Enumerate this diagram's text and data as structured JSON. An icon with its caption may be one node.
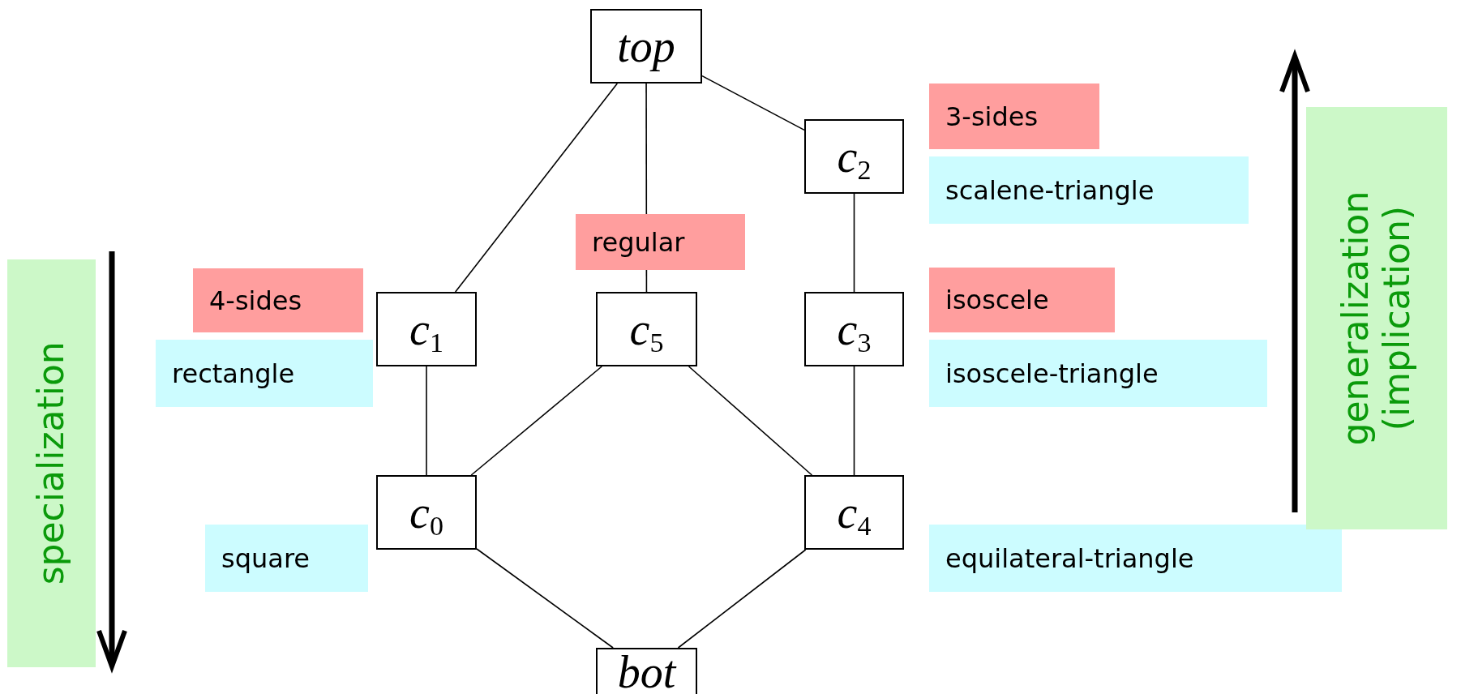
{
  "diagram": {
    "nodes": [
      {
        "text": [
          "top"
        ]
      },
      {
        "text": [
          "c$_{2}$"
        ],
        "beside": [
          "3-sides",
          "scalene-triangle"
        ]
      },
      {
        "text": [
          "c$_{1}$"
        ],
        "beside": [
          "4-sides",
          "rectangle"
        ]
      },
      {
        "text": [
          "c$_{5}$"
        ],
        "beside": [
          "regular"
        ]
      },
      {
        "text": [
          "c$_{3}$"
        ],
        "beside": [
          "isoscele",
          "isoscele-triangle"
        ]
      },
      {
        "text": [
          "c$_{0}$"
        ],
        "beside": [
          "square"
        ]
      },
      {
        "text": [
          "c$_{4}$"
        ],
        "beside": [
          "equilateral-triangle"
        ]
      },
      {
        "text": [
          "bot"
        ]
      }
    ],
    "edges": [
      {
        "from": 0,
        "to": 2,
        "arrow": "none"
      },
      {
        "from": 0,
        "to": 3,
        "arrow": "none"
      },
      {
        "from": 0,
        "to": 1,
        "arrow": "none"
      },
      {
        "from": 1,
        "to": 4,
        "arrow": "none"
      },
      {
        "from": 2,
        "to": 5,
        "arrow": "none"
      },
      {
        "from": 3,
        "to": 5,
        "arrow": "none"
      },
      {
        "from": 3,
        "to": 6,
        "arrow": "none"
      },
      {
        "from": 4,
        "to": 6,
        "arrow": "none"
      },
      {
        "from": 5,
        "to": 7,
        "arrow": "none"
      },
      {
        "from": 6,
        "to": 7,
        "arrow": "none"
      }
    ],
    "labels": [
      "specialization",
      "generalization (implication)"
    ]
  }
}
